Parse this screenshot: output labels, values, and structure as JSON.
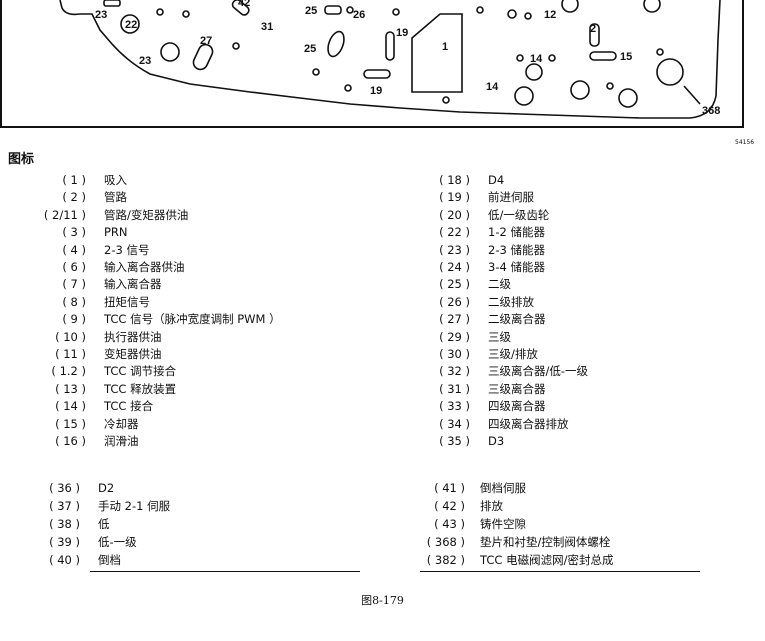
{
  "diagram": {
    "labels": [
      "23",
      "42",
      "31",
      "22",
      "27",
      "23",
      "25",
      "26",
      "19",
      "25",
      "1",
      "19",
      "12",
      "2",
      "14",
      "15",
      "14",
      "368"
    ],
    "code_id": "54156"
  },
  "legend_title": "图标",
  "legend_left": [
    {
      "num": "( 1 )",
      "text": "吸入"
    },
    {
      "num": "( 2 )",
      "text": "管路"
    },
    {
      "num": "( 2/11 )",
      "text": "管路/变矩器供油"
    },
    {
      "num": "( 3 )",
      "text": "PRN"
    },
    {
      "num": "( 4 )",
      "text": "2-3 信号"
    },
    {
      "num": "( 6 )",
      "text": "输入离合器供油"
    },
    {
      "num": "( 7 )",
      "text": "输入离合器"
    },
    {
      "num": "( 8 )",
      "text": "扭矩信号"
    },
    {
      "num": "( 9 )",
      "text": "TCC 信号（脉冲宽度调制 PWM ）"
    },
    {
      "num": "( 10 )",
      "text": "执行器供油"
    },
    {
      "num": "( 11 )",
      "text": "变矩器供油"
    },
    {
      "num": "( 1.2 )",
      "text": "TCC 调节接合"
    },
    {
      "num": "( 13 )",
      "text": "TCC 释放装置"
    },
    {
      "num": "( 14 )",
      "text": "TCC 接合"
    },
    {
      "num": "( 15 )",
      "text": "冷却器"
    },
    {
      "num": "( 16 )",
      "text": "润滑油"
    }
  ],
  "legend_right": [
    {
      "num": "( 18 )",
      "text": "D4"
    },
    {
      "num": "( 19 )",
      "text": "前进伺服"
    },
    {
      "num": "( 20 )",
      "text": "低/一级齿轮"
    },
    {
      "num": "( 22 )",
      "text": "1-2 储能器"
    },
    {
      "num": "( 23 )",
      "text": "2-3 储能器"
    },
    {
      "num": "( 24 )",
      "text": "3-4 储能器"
    },
    {
      "num": "( 25 )",
      "text": "二级"
    },
    {
      "num": "( 26 )",
      "text": "二级排放"
    },
    {
      "num": "( 27 )",
      "text": "二级离合器"
    },
    {
      "num": "( 29 )",
      "text": "三级"
    },
    {
      "num": "( 30 )",
      "text": "三级/排放"
    },
    {
      "num": "( 32 )",
      "text": "三级离合器/低-一级"
    },
    {
      "num": "( 31 )",
      "text": "三级离合器"
    },
    {
      "num": "( 33 )",
      "text": "四级离合器"
    },
    {
      "num": "( 34 )",
      "text": "四级离合器排放"
    },
    {
      "num": "( 35 )",
      "text": "D3"
    }
  ],
  "legend_bottom_left": [
    {
      "num": "( 36 )",
      "text": "D2"
    },
    {
      "num": "( 37 )",
      "text": "手动 2-1 伺服"
    },
    {
      "num": "( 38 )",
      "text": "低"
    },
    {
      "num": "( 39 )",
      "text": "低-一级"
    },
    {
      "num": "( 40 )",
      "text": "倒档"
    }
  ],
  "legend_bottom_right": [
    {
      "num": "( 41 )",
      "text": "倒档伺服"
    },
    {
      "num": "( 42 )",
      "text": "排放"
    },
    {
      "num": "( 43 )",
      "text": "铸件空隙"
    },
    {
      "num": "( 368 )",
      "text": "垫片和衬垫/控制阀体螺栓"
    },
    {
      "num": "( 382 )",
      "text": "TCC 电磁阀滤网/密封总成"
    }
  ],
  "caption": "图8-179"
}
